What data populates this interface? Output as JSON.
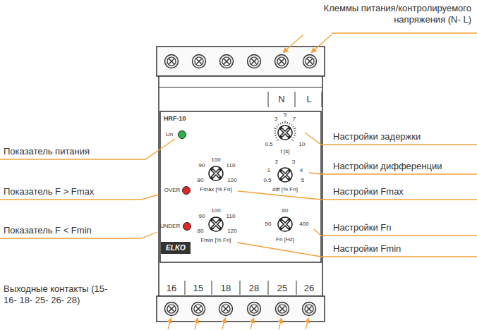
{
  "diagram": {
    "labels": [
      "Клеммы питания/контролируемого напряжения (N- L)",
      "N",
      "L",
      "HRF-10",
      "Un",
      "OVER",
      "UNDER",
      "ELKO",
      "3",
      "5",
      "7",
      "0.5",
      "10",
      "t [s]",
      "2",
      "3",
      "1",
      "4",
      "0.5",
      "5",
      "diff [% Fn]",
      "100",
      "90",
      "110",
      "80",
      "120",
      "Fmax [% Fn]",
      "100",
      "90",
      "110",
      "80",
      "120",
      "Fmin [% Fn]",
      "60",
      "50",
      "400",
      "Fn [Hz]",
      "16",
      "15",
      "18",
      "28",
      "25",
      "26",
      "Показатель питания",
      "Показатель F > Fmax",
      "Показатель F < Fmin",
      "Настройки задержки",
      "Настройки дифференции",
      "Настройки Fmax",
      "Настройки Fn",
      "Настройки Fmin",
      "Выходные контакты (15- 16- 18- 25- 26- 28)"
    ]
  }
}
